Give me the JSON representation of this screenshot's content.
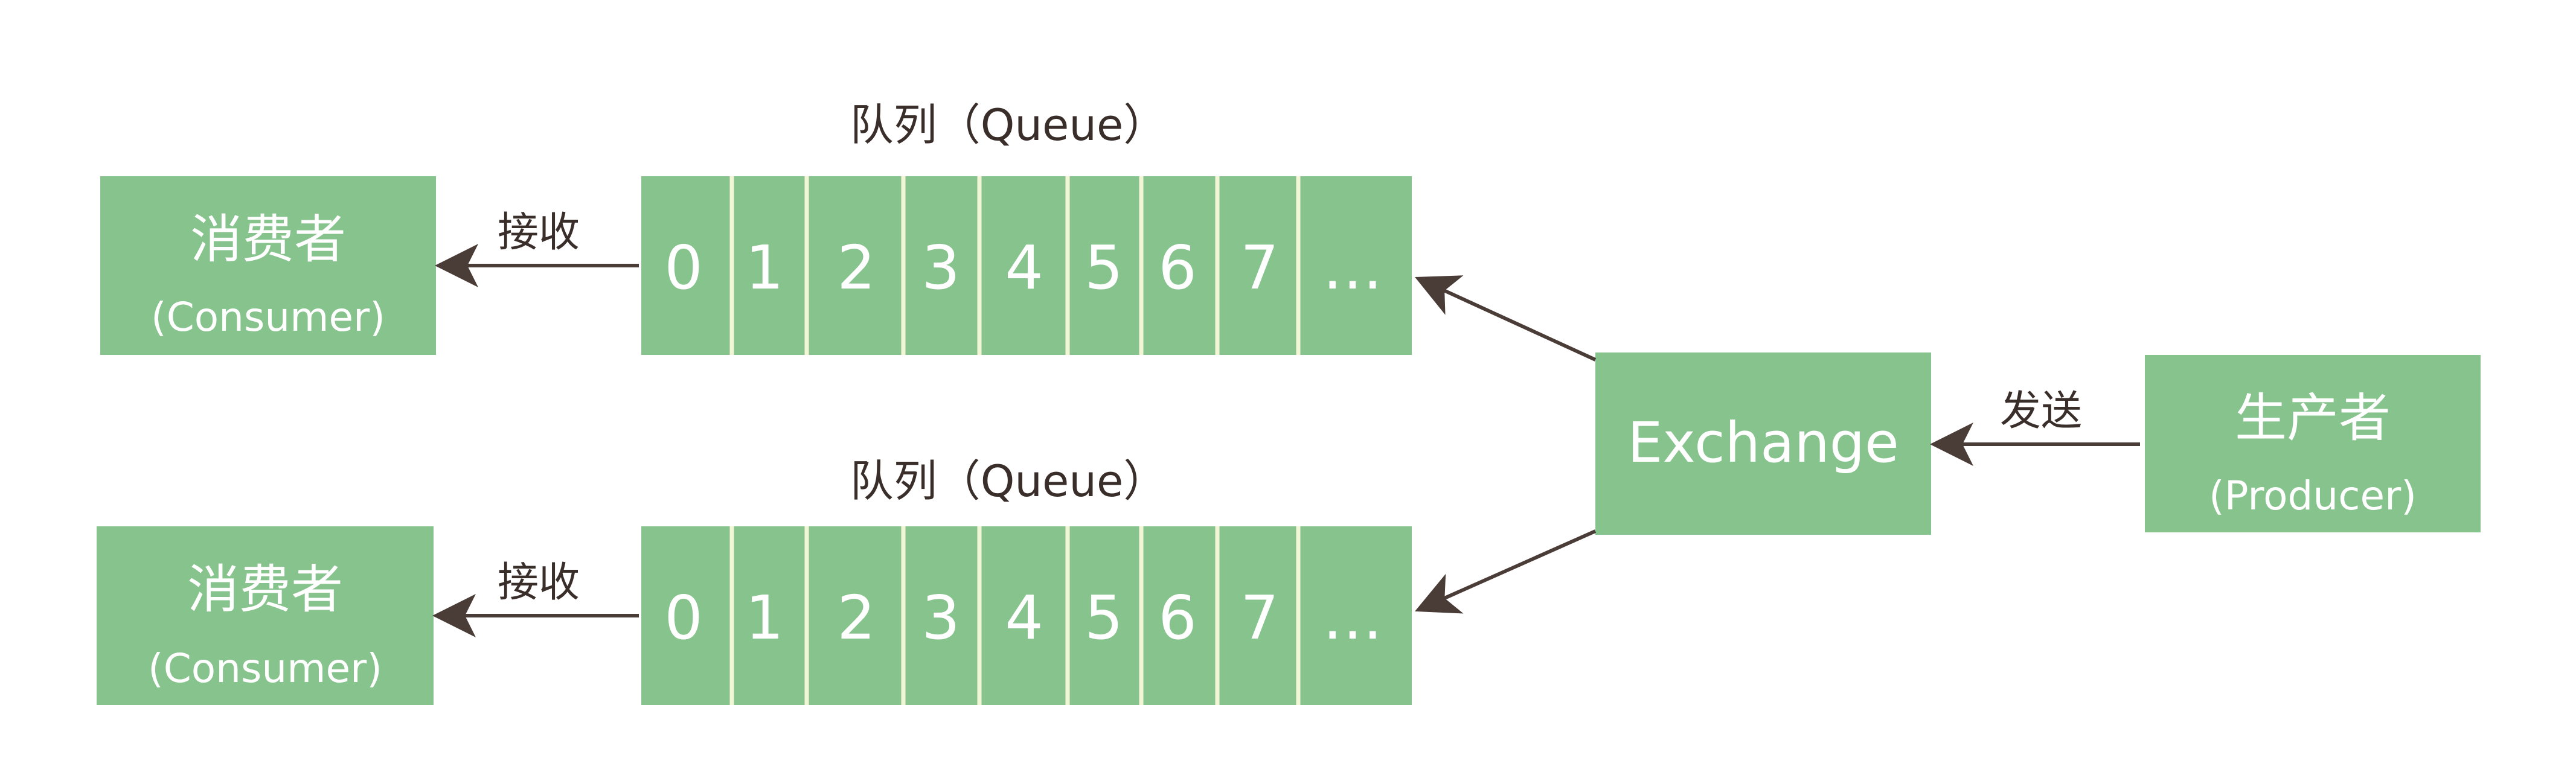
{
  "colors": {
    "box_fill": "#86c38d",
    "divider": "#f3f6d6",
    "text_on_box": "#ffffff",
    "label_text": "#3a2e2a",
    "arrow": "#4a3c36",
    "background": "#ffffff"
  },
  "queues": [
    {
      "title": "队列（Queue）",
      "cells": [
        "0",
        "1",
        "2",
        "3",
        "4",
        "5",
        "6",
        "7",
        "…"
      ],
      "receive_label": "接收"
    },
    {
      "title": "队列（Queue）",
      "cells": [
        "0",
        "1",
        "2",
        "3",
        "4",
        "5",
        "6",
        "7",
        "…"
      ],
      "receive_label": "接收"
    }
  ],
  "consumers": [
    {
      "name": "消费者",
      "sub": "(Consumer)"
    },
    {
      "name": "消费者",
      "sub": "(Consumer)"
    }
  ],
  "exchange": {
    "name": "Exchange"
  },
  "producer": {
    "name": "生产者",
    "sub": "(Producer)"
  },
  "send_label": "发送"
}
